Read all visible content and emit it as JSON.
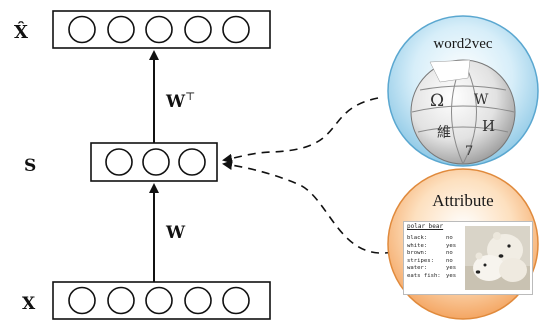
{
  "labels": {
    "x_hat": "X̂",
    "s": "S",
    "x": "X",
    "w_top": "W",
    "w_top_sup": "⊤",
    "w_bottom": "W"
  },
  "sources": {
    "word2vec": {
      "title": "word2vec",
      "icon": "wikipedia-globe-icon",
      "color": "#cfe9f7"
    },
    "attribute": {
      "title": "Attribute",
      "color": "#f9d2a6",
      "card_title": "polar bear",
      "rows": [
        {
          "key": "black:",
          "value": "no"
        },
        {
          "key": "white:",
          "value": "yes"
        },
        {
          "key": "brown:",
          "value": "no"
        },
        {
          "key": "stripes:",
          "value": "no"
        },
        {
          "key": "water:",
          "value": "yes"
        },
        {
          "key": "eats fish:",
          "value": "yes"
        }
      ],
      "image": "polar-bear-photo"
    }
  },
  "globe_glyphs": [
    "Ω",
    "W",
    "維",
    "И",
    "7"
  ]
}
